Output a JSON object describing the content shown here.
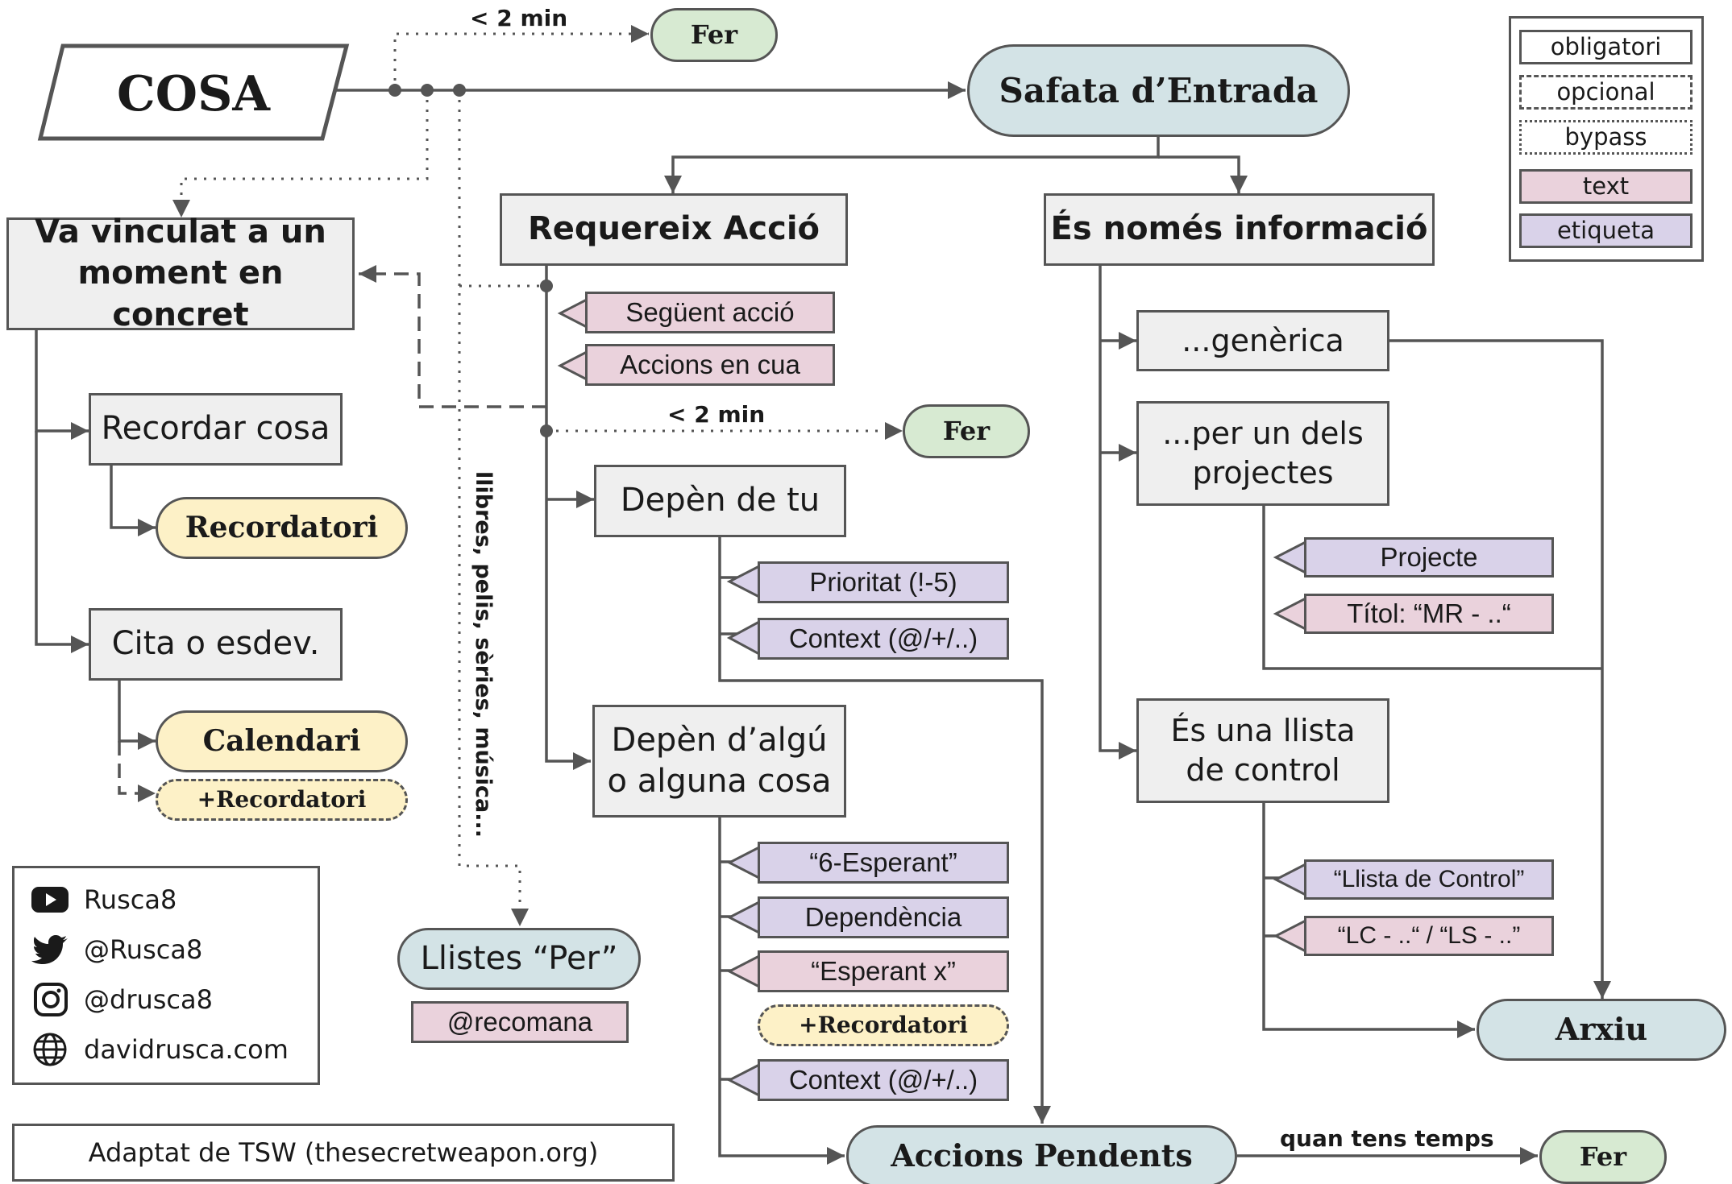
{
  "colors": {
    "line": "#555555",
    "box_fill": "#efefef",
    "bucket_fill": "#d3e3e6",
    "do_fill": "#d7ead2",
    "tool_fill": "#fdf1c7",
    "text_fill": "#ead2dc",
    "tag_fill": "#d9d2e9"
  },
  "nodes": {
    "cosa": "COSA",
    "inbox": "Safata d’Entrada",
    "fer_top": "Fer",
    "requereix": "Requereix Acció",
    "info": "És només informació",
    "moment": "Va vinculat a un moment en concret",
    "seguent": "Següent acció",
    "cua": "Accions en cua",
    "fer_mid": "Fer",
    "recordar": "Recordar cosa",
    "recordatori": "Recordatori",
    "cita": "Cita o esdev.",
    "calendari": "Calendari",
    "plus_recordatori_1": "+Recordatori",
    "depen_tu": "Depèn de tu",
    "prioritat": "Prioritat (!-5)",
    "context_1": "Context (@/+/..)",
    "depen_algu": "Depèn d’algú o alguna cosa",
    "esperant_6": "“6-Esperant”",
    "dependencia": "Dependència",
    "esperant_x": "“Esperant x”",
    "plus_recordatori_2": "+Recordatori",
    "context_2": "Context (@/+/..)",
    "generica": "...genèrica",
    "projectes": "...per un dels projectes",
    "projecte": "Projecte",
    "titol": "Títol: “MR - ..“",
    "llista": "És una llista de control",
    "llista_control": "“Llista de Control”",
    "lc_ls": "“LC - ..“ / “LS - ..”",
    "arxiu": "Arxiu",
    "llistes_per": "Llistes “Per”",
    "recomana": "@recomana",
    "pendents": "Accions Pendents",
    "fer_bottom": "Fer"
  },
  "edge_labels": {
    "lt2_top": "< 2 min",
    "lt2_mid": "< 2 min",
    "vertical": "llibres, pelis, sèries, música...",
    "quan": "quan tens temps"
  },
  "legend": {
    "obligatori": "obligatori",
    "opcional": "opcional",
    "bypass": "bypass",
    "text": "text",
    "etiqueta": "etiqueta"
  },
  "social": {
    "youtube": "Rusca8",
    "twitter": "@Rusca8",
    "instagram": "@drusca8",
    "web": "davidrusca.com"
  },
  "footer": "Adaptat de TSW (thesecretweapon.org)"
}
